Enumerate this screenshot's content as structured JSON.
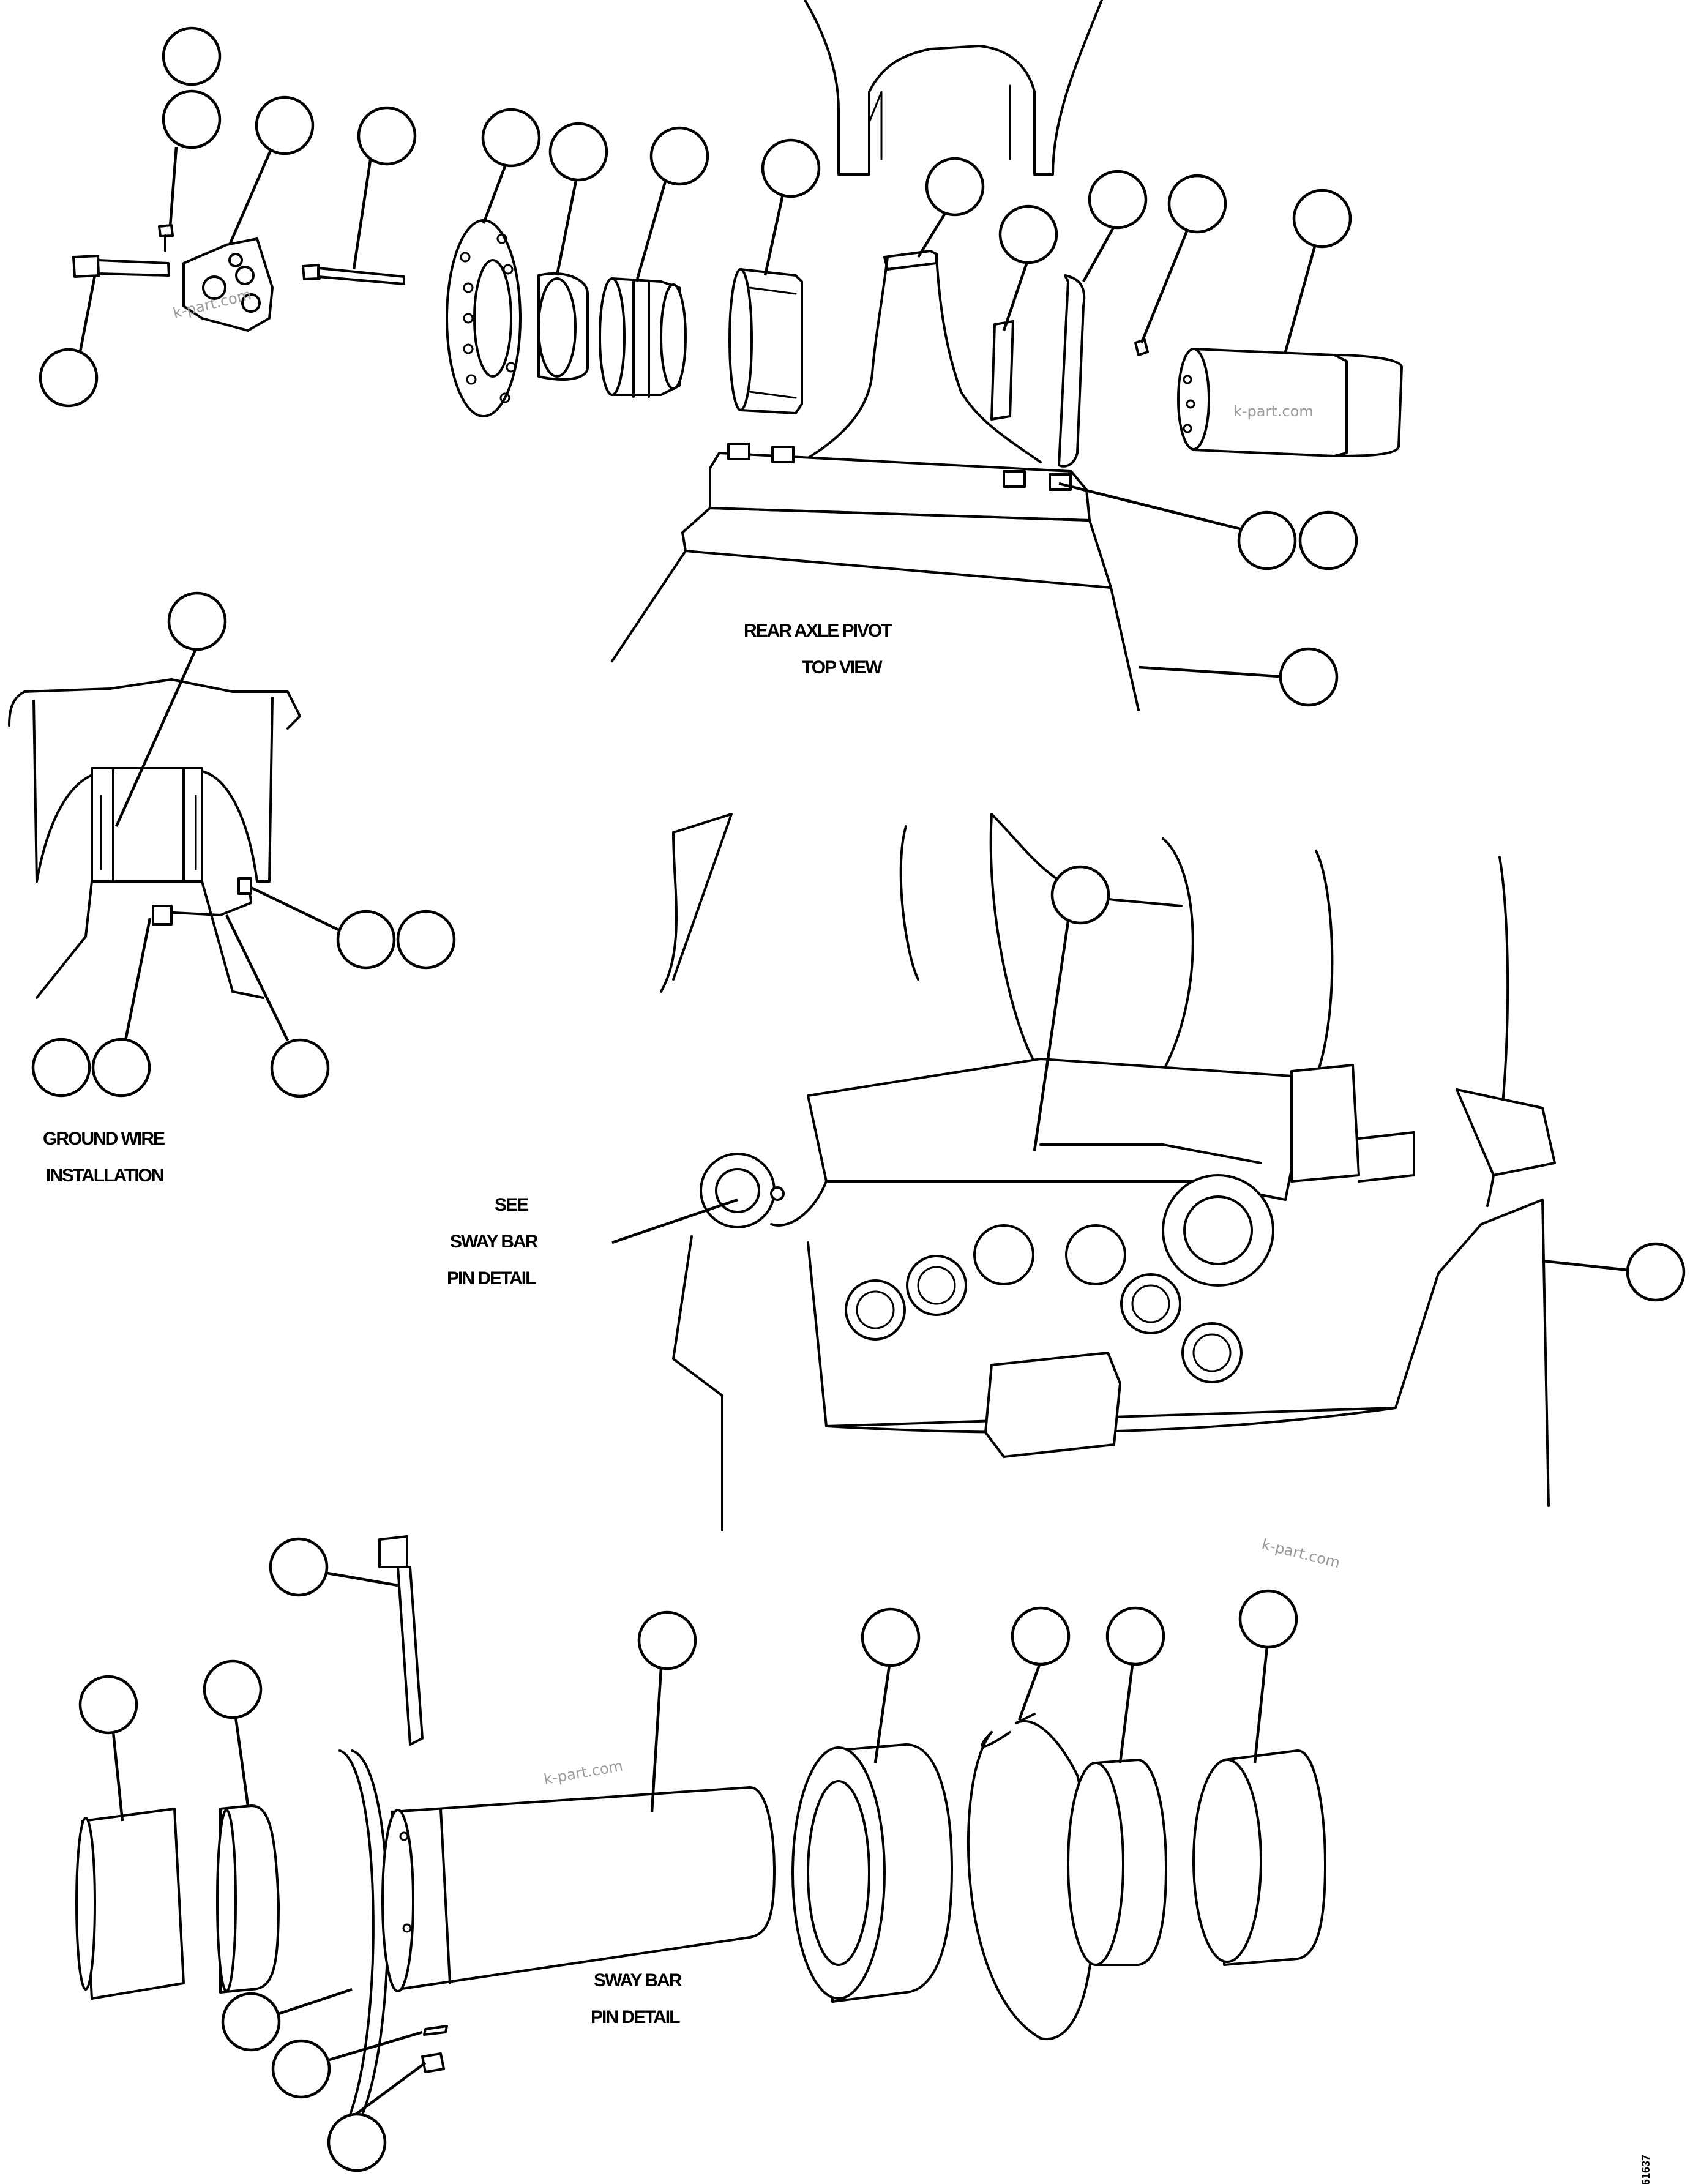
{
  "labels": {
    "rear_axle_pivot": "REAR AXLE PIVOT",
    "top_view": "TOP VIEW",
    "ground_wire": "GROUND WIRE",
    "installation": "INSTALLATION",
    "see": "SEE",
    "sway_bar": "SWAY BAR",
    "pin_detail": "PIN DETAIL",
    "sway_bar_pin": "SWAY BAR",
    "pin_detail_2": "PIN DETAIL"
  },
  "watermark": "k-part.com",
  "drawing_code": "61637",
  "callouts": [
    {
      "id": "c1"
    },
    {
      "id": "c2"
    },
    {
      "id": "c3"
    },
    {
      "id": "c4"
    },
    {
      "id": "c5"
    },
    {
      "id": "c6"
    },
    {
      "id": "c7"
    },
    {
      "id": "c8"
    },
    {
      "id": "c9"
    },
    {
      "id": "c10"
    },
    {
      "id": "c11"
    },
    {
      "id": "c12"
    },
    {
      "id": "c13"
    },
    {
      "id": "c14"
    },
    {
      "id": "c15"
    },
    {
      "id": "c16"
    },
    {
      "id": "c17"
    },
    {
      "id": "c18"
    },
    {
      "id": "c19"
    },
    {
      "id": "c20"
    },
    {
      "id": "c21"
    },
    {
      "id": "c22"
    },
    {
      "id": "c23"
    },
    {
      "id": "c24"
    },
    {
      "id": "c25"
    },
    {
      "id": "c26"
    },
    {
      "id": "c27"
    },
    {
      "id": "c28"
    },
    {
      "id": "c29"
    },
    {
      "id": "c30"
    },
    {
      "id": "c31"
    },
    {
      "id": "c32"
    },
    {
      "id": "c33"
    },
    {
      "id": "c34"
    },
    {
      "id": "c35"
    },
    {
      "id": "c36"
    },
    {
      "id": "c37"
    }
  ]
}
